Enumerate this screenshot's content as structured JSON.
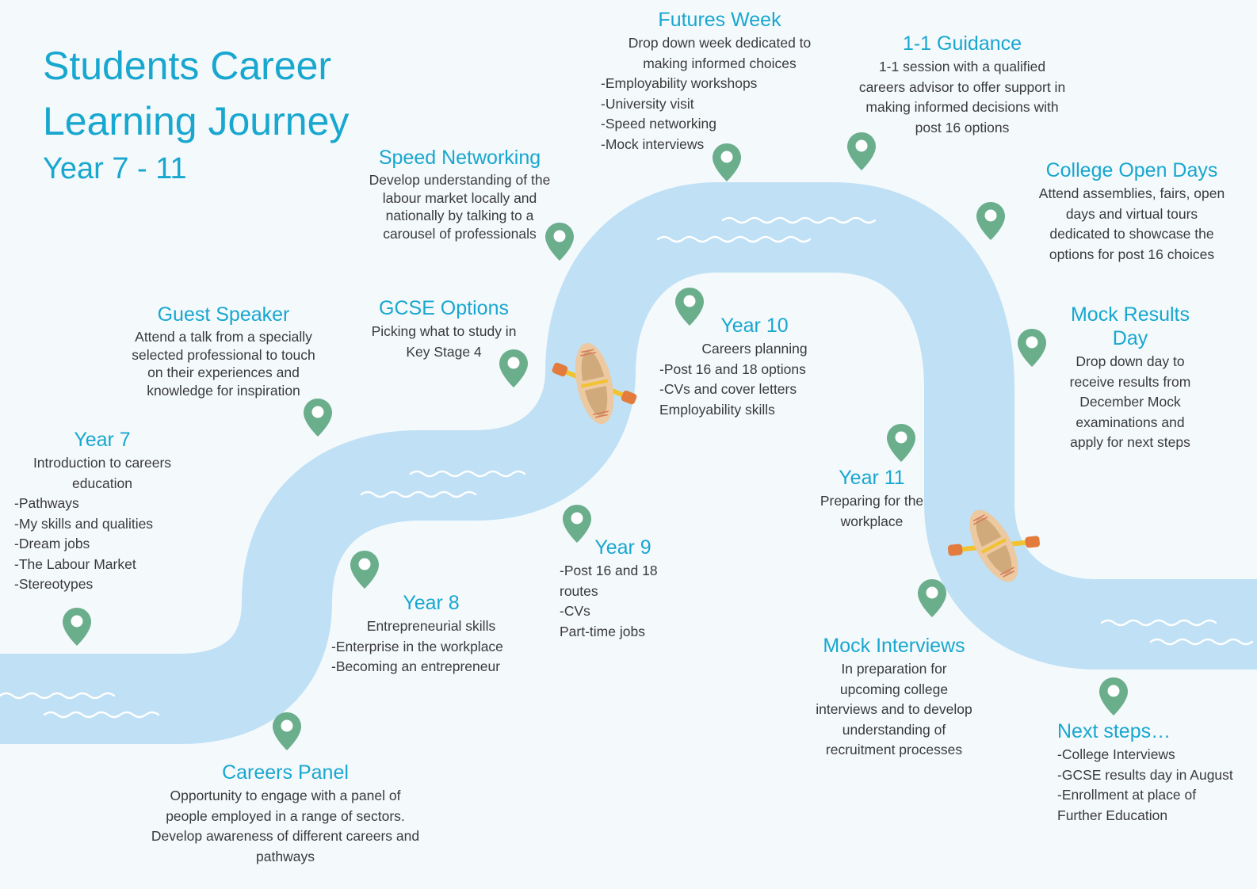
{
  "header": {
    "title_line1": "Students Career",
    "title_line2": "Learning Journey",
    "subtitle": "Year 7 - 11"
  },
  "colors": {
    "river": "#bfe0f5",
    "accent": "#18a7cf",
    "pin": "#6aae8c",
    "boat": "#e6c299",
    "oar": "#e37b3c"
  },
  "milestones": {
    "year7": {
      "title": "Year 7",
      "intro": "Introduction to careers\neducation",
      "items": "-Pathways\n-My skills and qualities\n-Dream jobs\n-The Labour Market\n-Stereotypes"
    },
    "guest_speaker": {
      "title": "Guest Speaker",
      "text": "Attend a talk from a specially\nselected professional to touch\non their experiences and\nknowledge for inspiration"
    },
    "careers_panel": {
      "title": "Careers Panel",
      "text": "Opportunity to engage with a panel of\npeople employed in a range of sectors.\nDevelop awareness of different careers and\npathways"
    },
    "year8": {
      "title": "Year 8",
      "intro": "Entrepreneurial skills",
      "items": "-Enterprise in the workplace\n-Becoming an entrepreneur"
    },
    "gcse_options": {
      "title": "GCSE Options",
      "text": "Picking what to study in\nKey Stage 4"
    },
    "speed_networking": {
      "title": "Speed Networking",
      "text": "Develop understanding of the\nlabour market locally and\nnationally by talking to a\ncarousel of professionals"
    },
    "year9": {
      "title": "Year 9",
      "items": "-Post 16 and 18\nroutes\n-CVs\nPart-time jobs"
    },
    "futures_week": {
      "title": "Futures Week",
      "intro": "Drop down week dedicated to\nmaking informed choices",
      "items": "-Employability workshops\n-University visit\n-Speed networking\n-Mock interviews"
    },
    "year10": {
      "title": "Year 10",
      "intro": "Careers planning",
      "items": "-Post 16 and 18 options\n-CVs and cover letters\nEmployability skills"
    },
    "guidance": {
      "title": "1-1 Guidance",
      "text": "1-1 session with a qualified\ncareers advisor to offer support in\nmaking informed decisions with\npost 16 options"
    },
    "year11": {
      "title": "Year 11",
      "text": "Preparing for the\nworkplace"
    },
    "college_open_days": {
      "title": "College Open Days",
      "text": "Attend assemblies, fairs, open\ndays and virtual tours\ndedicated to showcase the\noptions for post 16 choices"
    },
    "mock_results": {
      "title": "Mock Results\nDay",
      "text": "Drop down day to\nreceive results from\nDecember Mock\nexaminations and\napply for next steps"
    },
    "mock_interviews": {
      "title": "Mock Interviews",
      "text": "In preparation for\nupcoming college\ninterviews and to develop\nunderstanding of\nrecruitment processes"
    },
    "next_steps": {
      "title": "Next steps…",
      "items": "-College Interviews\n-GCSE results day in August\n-Enrollment at place of\nFurther Education"
    }
  }
}
